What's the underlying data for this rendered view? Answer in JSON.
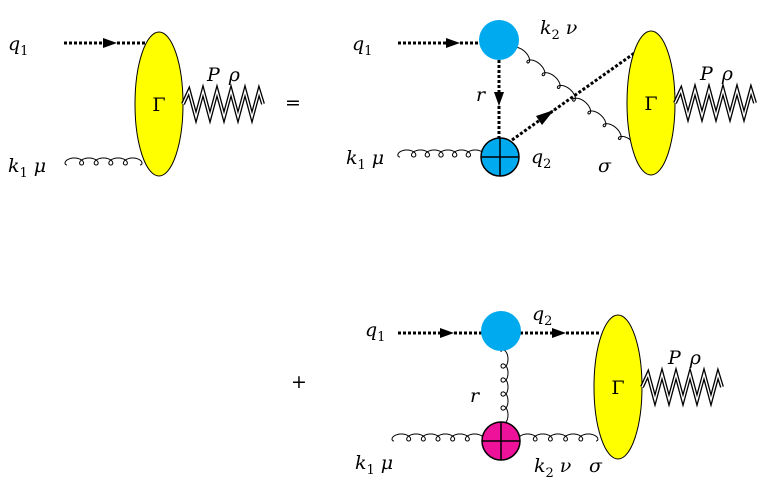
{
  "diagram": {
    "lhs": {
      "q1": {
        "base": "q",
        "sub": "1"
      },
      "k1": {
        "base": "k",
        "sub": "1",
        "greek": "μ"
      },
      "P": {
        "base": "P",
        "greek": "ρ"
      },
      "blob": "Γ"
    },
    "equals": "=",
    "plus": "+",
    "term1": {
      "q1": {
        "base": "q",
        "sub": "1"
      },
      "k1": {
        "base": "k",
        "sub": "1",
        "greek": "μ"
      },
      "k2": {
        "base": "k",
        "sub": "2",
        "greek": "ν"
      },
      "r": "r",
      "q2": {
        "base": "q",
        "sub": "2"
      },
      "sigma": "σ",
      "P": {
        "base": "P",
        "greek": "ρ"
      },
      "blob": "Γ"
    },
    "term2": {
      "q1": {
        "base": "q",
        "sub": "1"
      },
      "q2": {
        "base": "q",
        "sub": "2"
      },
      "r": "r",
      "k1": {
        "base": "k",
        "sub": "1",
        "greek": "μ"
      },
      "k2": {
        "base": "k",
        "sub": "2",
        "greek": "ν"
      },
      "sigma": "σ",
      "P": {
        "base": "P",
        "greek": "ρ"
      },
      "blob": "Γ"
    },
    "colors": {
      "gamma_blob": "#ffff00",
      "quark_vertex": "#00aaee",
      "cross_vertex_term1": "#00aaee",
      "cross_vertex_term2": "#ee1199"
    }
  }
}
